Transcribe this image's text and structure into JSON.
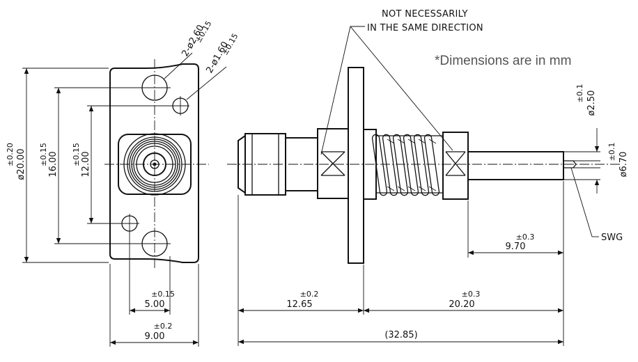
{
  "note": {
    "units": "*Dimensions are in mm",
    "direction_line1": "NOT NECESSARILY",
    "direction_line2": "IN THE SAME DIRECTION"
  },
  "front_view": {
    "hole_large": {
      "label": "2-ø2.60",
      "tol": "±0.15"
    },
    "hole_small": {
      "label": "2-ø1.60",
      "tol": "±0.15"
    },
    "diameter": {
      "value": "ø20.00",
      "tol": "±0.20"
    },
    "pitch_large": {
      "value": "16.00",
      "tol": "±0.15"
    },
    "pitch_small": {
      "value": "12.00",
      "tol": "±0.15"
    },
    "offset": {
      "value": "5.00",
      "tol": "±0.15"
    },
    "width": {
      "value": "9.00",
      "tol": "±0.2"
    }
  },
  "side_view": {
    "pin_dia": {
      "value": "ø2.50",
      "tol": "±0.1"
    },
    "body_dia": {
      "value": "ø6.70",
      "tol": "±0.1"
    },
    "tail": {
      "value": "9.70",
      "tol": "±0.3"
    },
    "front_len": {
      "value": "12.65",
      "tol": "±0.2"
    },
    "rear_len": {
      "value": "20.20",
      "tol": "±0.3"
    },
    "total": {
      "value": "(32.85)"
    },
    "swg_label": "SWG"
  }
}
